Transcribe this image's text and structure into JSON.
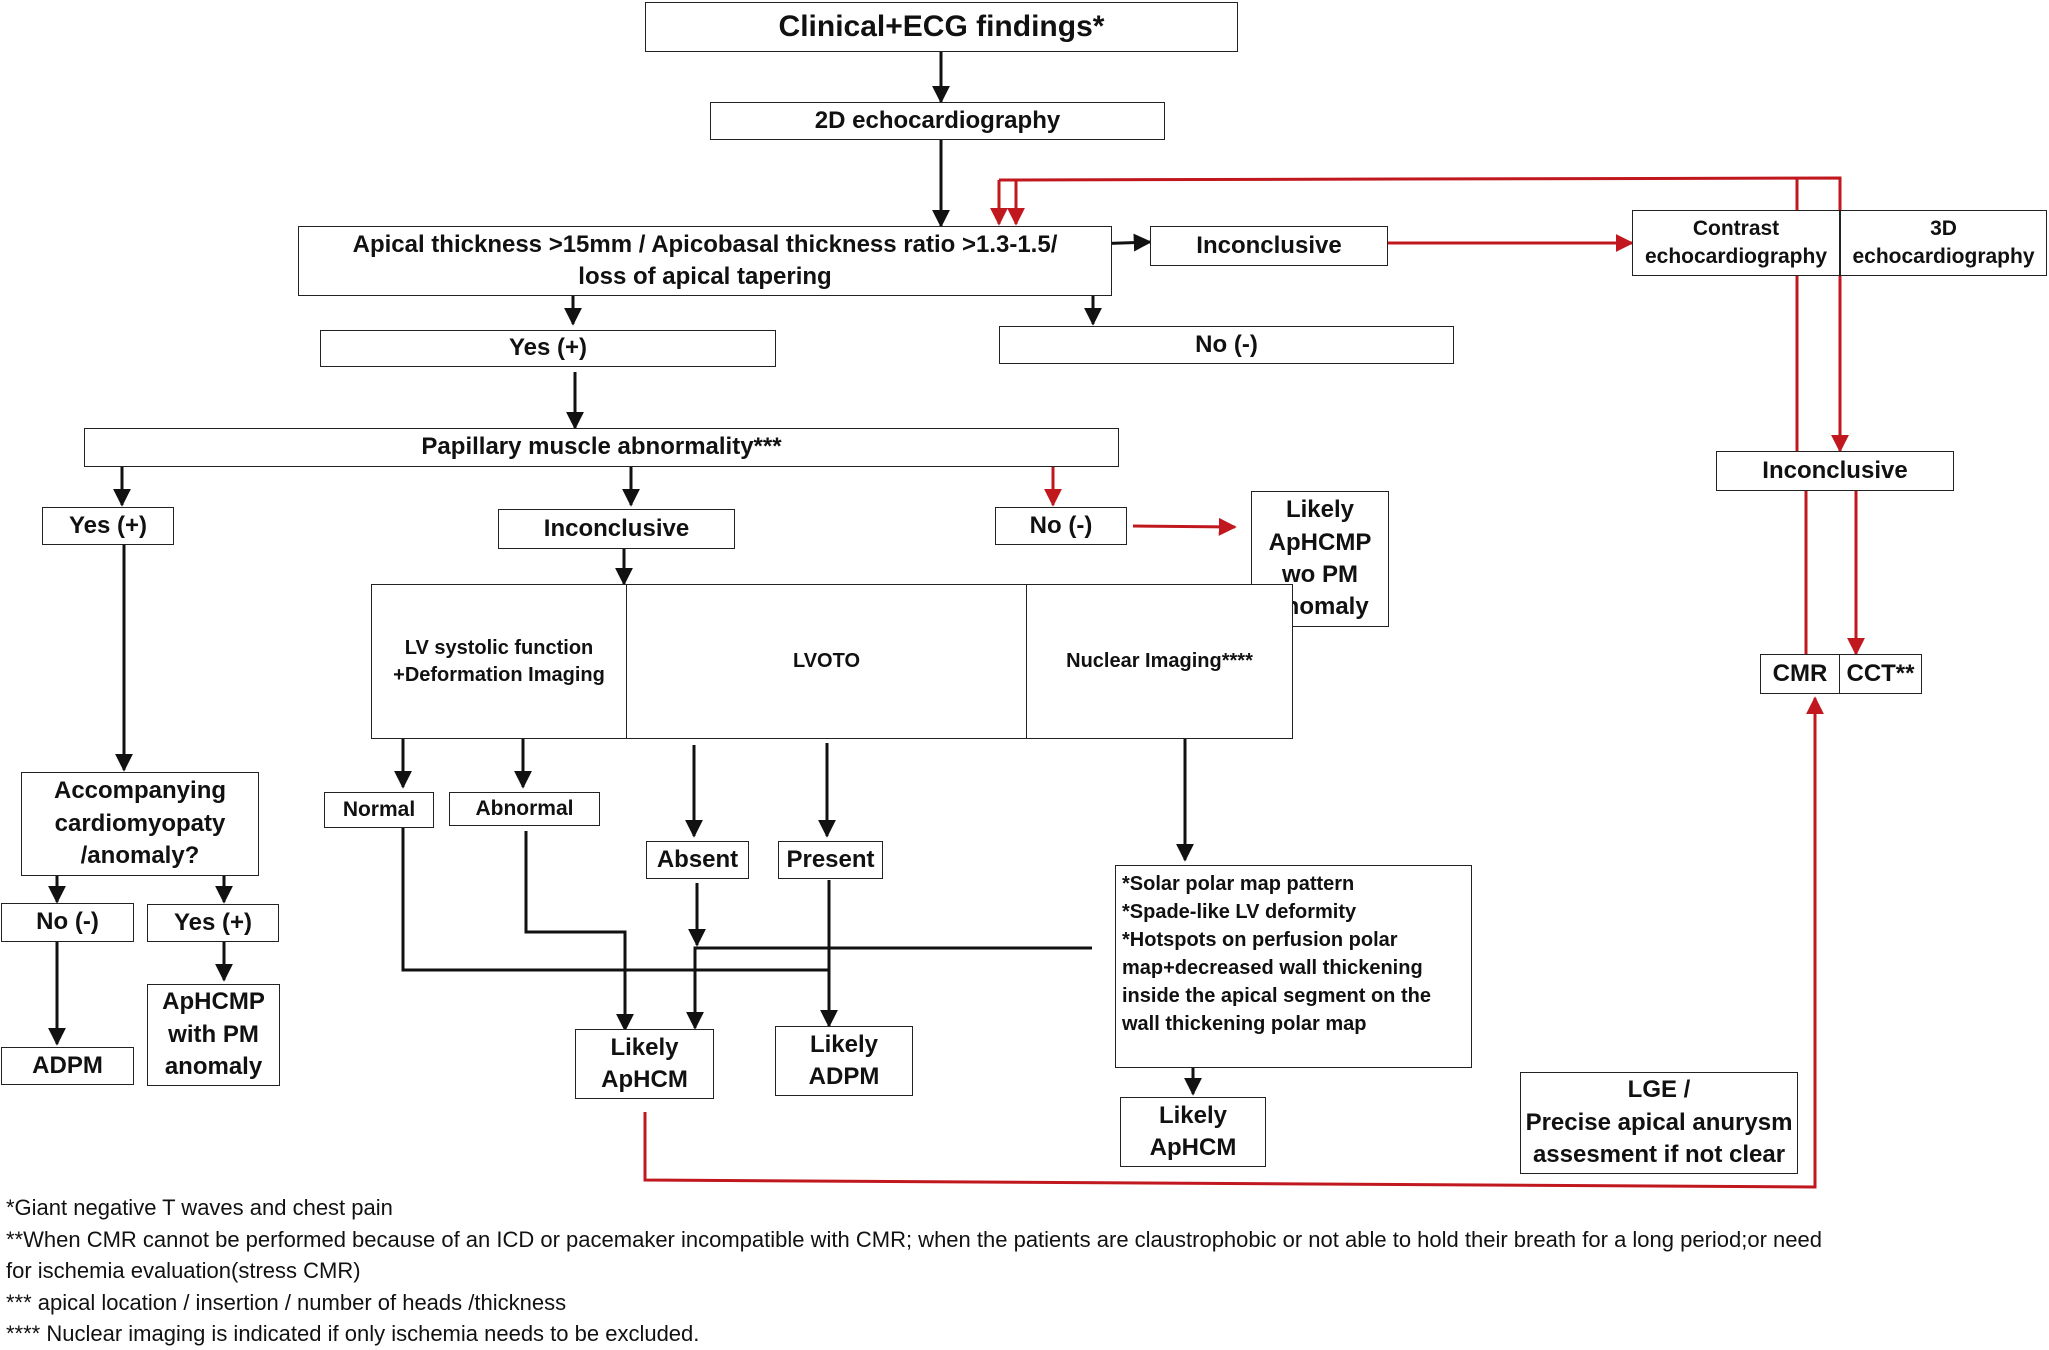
{
  "nodes": {
    "clinical": "Clinical+ECG findings*",
    "echo2d": "2D echocardiography",
    "apical": "Apical thickness >15mm / Apicobasal thickness ratio >1.3-1.5/\nloss of apical tapering",
    "inconclusive_top": "Inconclusive",
    "contrast_echo": "Contrast\nechocardiography",
    "echo3d": "3D\nechocardiography",
    "yes_top": "Yes (+)",
    "no_top": "No (-)",
    "papillary": "Papillary muscle abnormality***",
    "inconclusive_right": "Inconclusive",
    "yes_pm": "Yes (+)",
    "inconclusive_pm": "Inconclusive",
    "no_pm": "No (-)",
    "likely_aphcmp_wo": "Likely\nApHCMP\nwo PM\nanomaly",
    "lv_systolic": "LV systolic function\n+Deformation Imaging",
    "lvoto": "LVOTO",
    "nuclear": "Nuclear Imaging****",
    "cmr": "CMR",
    "cct": "CCT**",
    "accompanying": "Accompanying\ncardiomyopaty\n/anomaly?",
    "normal": "Normal",
    "abnormal": "Abnormal",
    "absent": "Absent",
    "present": "Present",
    "nuclear_findings": "*Solar polar map pattern\n*Spade-like LV deformity\n*Hotspots on perfusion polar\nmap+decreased wall thickening\ninside the apical segment on the\nwall thickening polar map",
    "no_acc": "No (-)",
    "yes_acc": "Yes (+)",
    "adpm_left": "ADPM",
    "aphcmp_with_pm": "ApHCMP\nwith PM\nanomaly",
    "likely_aphcm_mid": "Likely\nApHCM",
    "likely_adpm": "Likely\nADPM",
    "likely_aphcm_nuc": "Likely\nApHCM",
    "lge": "LGE /\nPrecise apical anurysm\nassesment if not clear"
  },
  "footnotes": [
    "*Giant negative T waves and chest pain",
    "**When CMR cannot be performed because of an ICD or pacemaker incompatible with CMR; when the patients are claustrophobic or not able to hold their breath for a long period;or need",
    "for ischemia evaluation(stress CMR)",
    "*** apical location / insertion / number of heads /thickness",
    "**** Nuclear imaging is indicated if only ischemia needs to be excluded."
  ],
  "colors": {
    "black_arrow": "#111111",
    "red_arrow": "#c0181e"
  }
}
